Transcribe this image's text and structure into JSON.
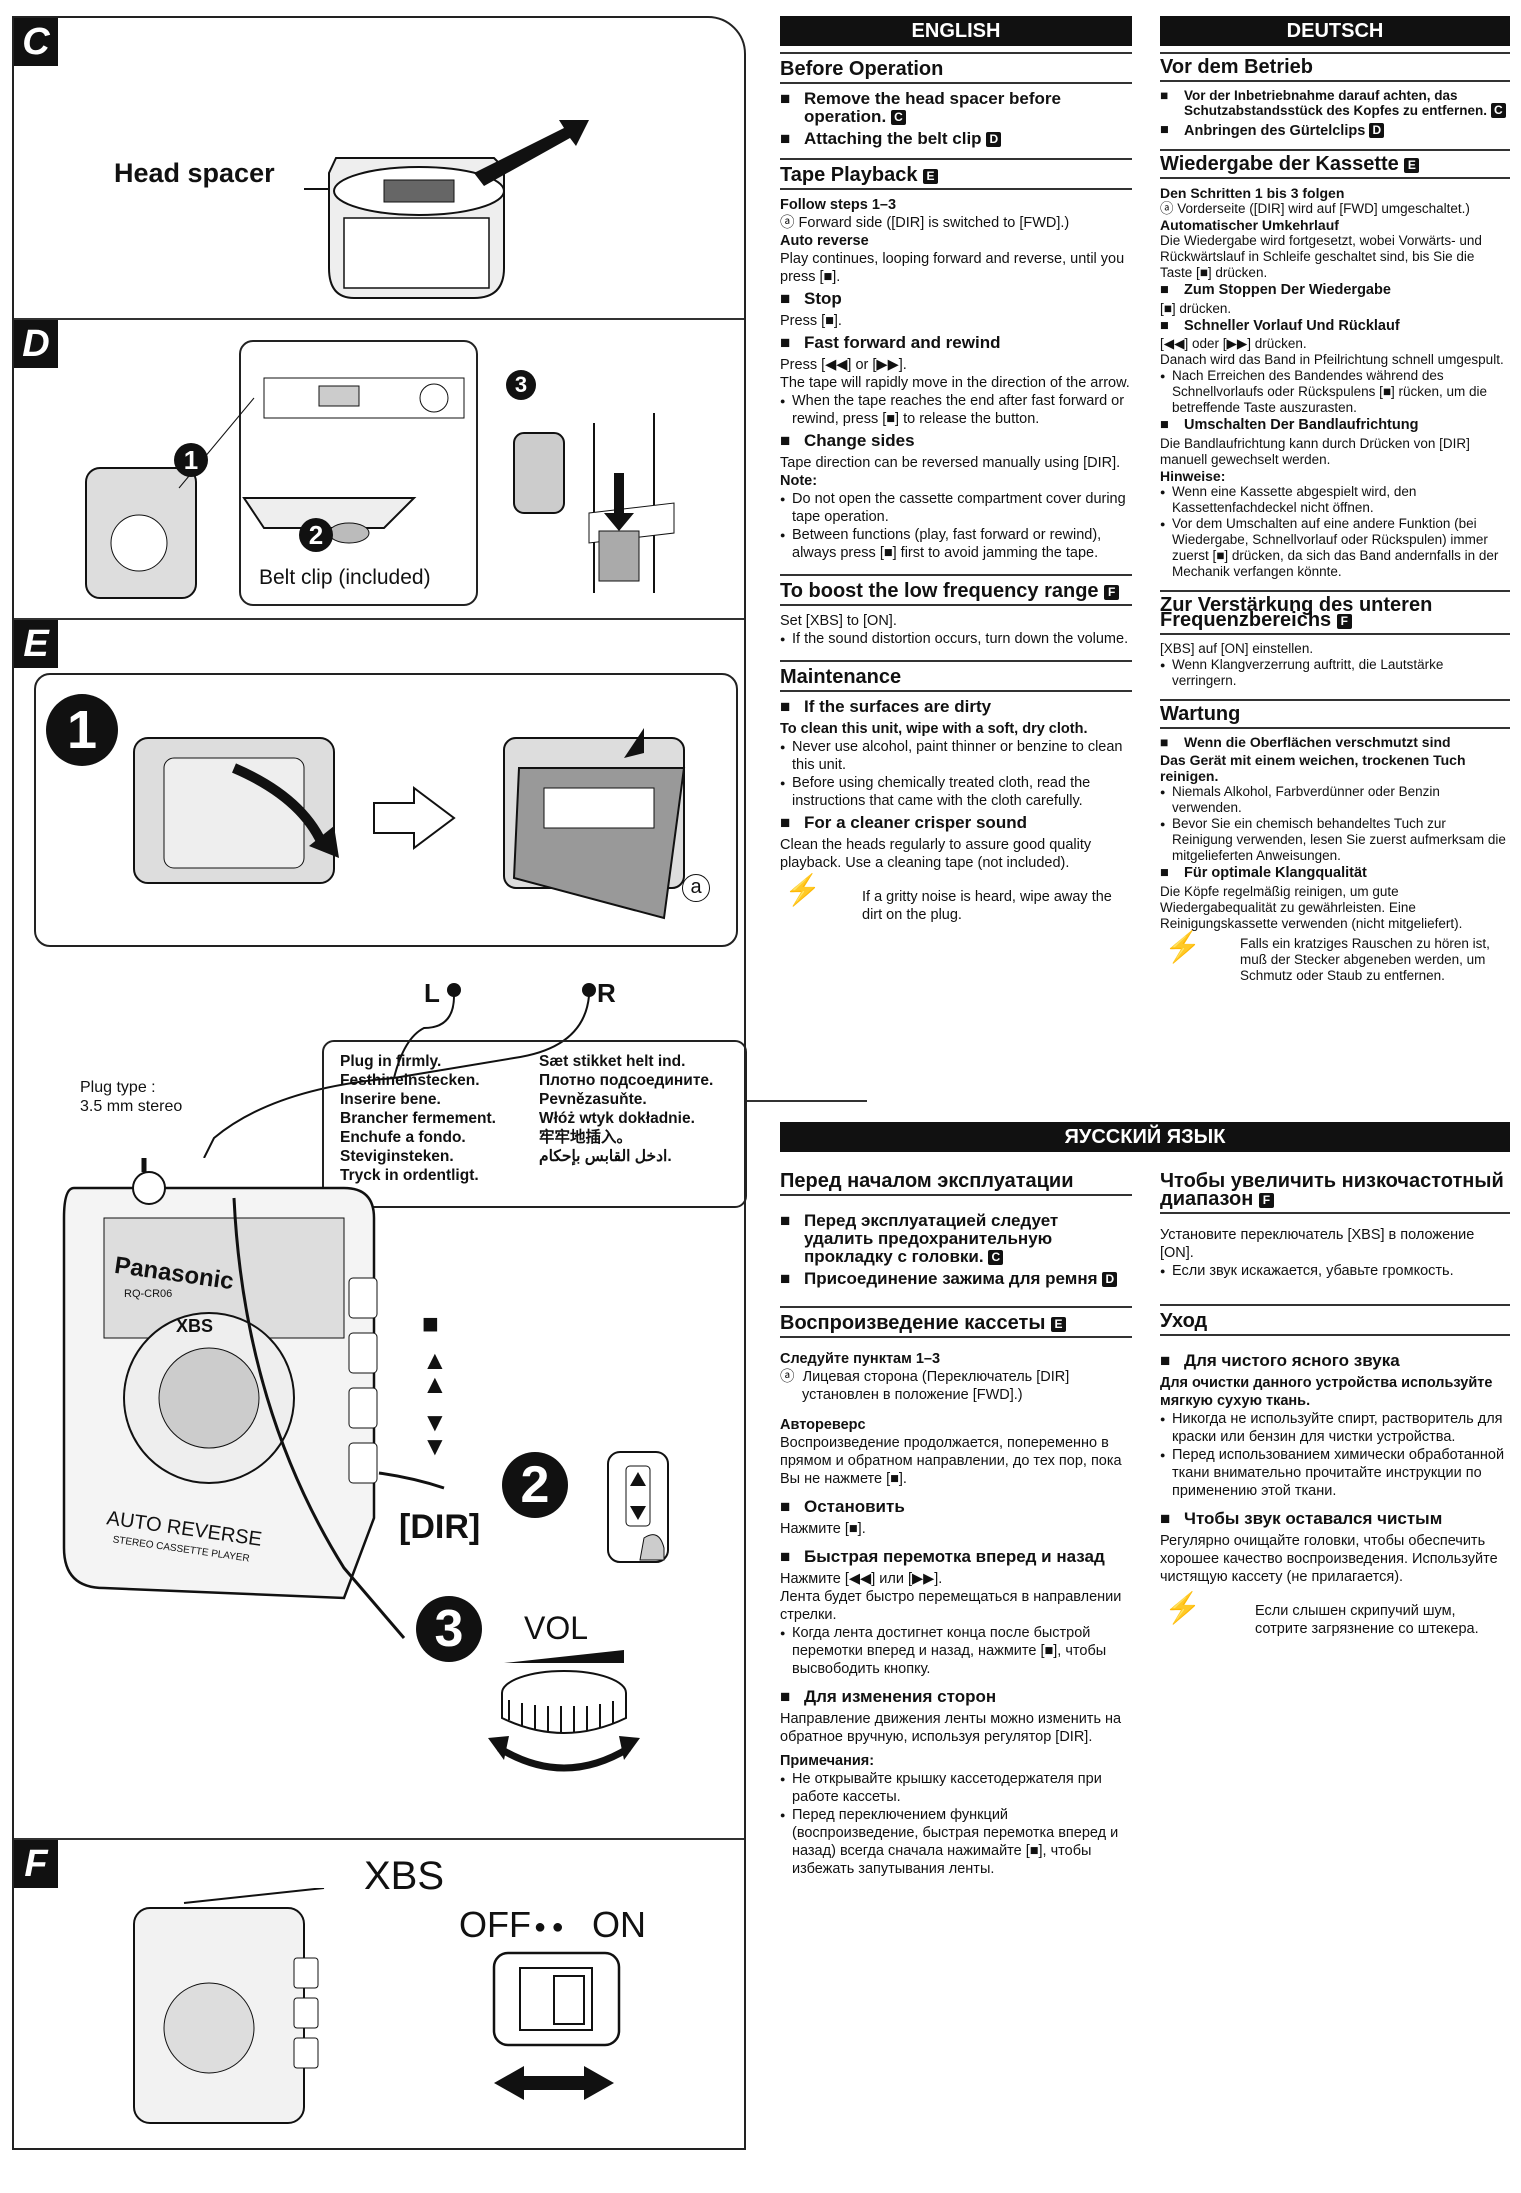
{
  "left": {
    "sections": [
      "C",
      "D",
      "E",
      "F"
    ],
    "c_head_spacer": "Head  spacer",
    "d_belt_clip": "Belt clip (included)",
    "d_steps": [
      "1",
      "2",
      "3"
    ],
    "e_steps": [
      "1",
      "2",
      "3"
    ],
    "e_a": "a",
    "e_L": "L",
    "e_R": "R",
    "e_plug_type": [
      "Plug type :",
      "3.5 mm stereo"
    ],
    "e_plug_left": [
      "Plug in firmly.",
      "Festhineinstecken.",
      "Inserire bene.",
      "Brancher fermement.",
      "Enchufe a fondo.",
      "Steviginsteken.",
      "Tryck in ordentligt."
    ],
    "e_plug_right": [
      "Sæt stikket helt ind.",
      "Плотно подсоедините.",
      "Pevnězasuňte.",
      "Włóż wtyk dokładnie.",
      "牢牢地插入。",
      "ادخل القابس بإحكام."
    ],
    "e_dir": "[DIR]",
    "e_vol": "VOL",
    "e_brand": "Panasonic",
    "e_model": "RQ-CR06",
    "e_xbs": "XBS",
    "e_auto_reverse": "AUTO REVERSE",
    "e_stereo": "STEREO CASSETTE PLAYER",
    "f_xbs": "XBS",
    "f_off": "OFF",
    "f_on": "ON"
  },
  "english": {
    "banner": "ENGLISH",
    "before_op": "Before Operation",
    "b1": "Remove the head spacer before operation.",
    "b1_ref": "C",
    "b2": "Attaching the belt clip",
    "b2_ref": "D",
    "tape_playback": "Tape Playback",
    "tape_ref": "E",
    "follow": "Follow steps 1–3",
    "forward_side": "Forward side ([DIR] is switched to [FWD].)",
    "auto_rev_h": "Auto reverse",
    "auto_rev_t": "Play continues, looping forward and reverse, until you press [■].",
    "stop_h": "Stop",
    "stop_t": "Press [■].",
    "ff_h": "Fast forward and rewind",
    "ff_t1": "Press [◀◀] or [▶▶].",
    "ff_t2": "The tape will rapidly move in the direction of the arrow.",
    "ff_t3": "When the tape reaches the end after fast forward or rewind, press [■] to release the button.",
    "cs_h": "Change sides",
    "cs_t": "Tape direction can be reversed manually using [DIR].",
    "note_h": "Note:",
    "note1": "Do not open the cassette compartment cover during tape operation.",
    "note2": "Between functions (play, fast forward or rewind), always press [■] first to avoid jamming the tape.",
    "boost_h": "To boost the low frequency range",
    "boost_ref": "F",
    "boost_t1": "Set [XBS] to [ON].",
    "boost_t2": "If the sound distortion occurs, turn down the volume.",
    "maint_h": "Maintenance",
    "dirty_h": "If the surfaces are dirty",
    "dirty_t": "To clean this unit, wipe with a soft, dry cloth.",
    "dirty_d1": "Never use alcohol, paint thinner or benzine to clean this unit.",
    "dirty_d2": "Before using chemically treated cloth, read the instructions that came with the cloth carefully.",
    "crisp_h": "For a cleaner crisper sound",
    "crisp_t": "Clean the heads regularly to assure good quality playback. Use a cleaning tape (not included).",
    "gritty": "If a gritty noise is heard, wipe away the dirt on the plug."
  },
  "deutsch": {
    "banner": "DEUTSCH",
    "before_op": "Vor dem Betrieb",
    "b1": "Vor der Inbetriebnahme darauf achten, das Schutzabstandsstück des Kopfes zu entfernen.",
    "b2": "Anbringen des Gürtelclips",
    "playback_h": "Wiedergabe der Kassette",
    "follow": "Den Schritten 1 bis 3 folgen",
    "forward": "Vorderseite ([DIR] wird auf [FWD] umgeschaltet.)",
    "auto_h": "Automatischer Umkehrlauf",
    "auto_t": "Die Wiedergabe wird fortgesetzt, wobei Vorwärts- und Rückwärtslauf in Schleife geschaltet sind, bis Sie die Taste [■] drücken.",
    "stop_h": "Zum Stoppen Der Wiedergabe",
    "stop_t": "[■] drücken.",
    "ff_h": "Schneller Vorlauf Und Rücklauf",
    "ff_t1": "[◀◀] oder [▶▶] drücken.",
    "ff_t2": "Danach wird das Band in Pfeilrichtung schnell umgespult.",
    "ff_t3": "Nach Erreichen des Bandendes während des Schnellvorlaufs oder Rückspulens [■] rücken, um die betreffende Taste auszurasten.",
    "dir_h": "Umschalten Der Bandlaufrichtung",
    "dir_t": "Die Bandlaufrichtung kann durch Drücken von [DIR] manuell gewechselt werden.",
    "hin_h": "Hinweise:",
    "hin1": "Wenn eine Kassette abgespielt wird, den Kassettenfachdeckel nicht öffnen.",
    "hin2": "Vor dem Umschalten auf eine andere Funktion (bei Wiedergabe, Schnellvorlauf oder Rückspulen) immer zuerst [■] drücken, da sich das Band andernfalls in der Mechanik verfangen könnte.",
    "boost_h": "Zur Verstärkung des unteren Frequenzbereichs",
    "boost_t1": "[XBS] auf [ON] einstellen.",
    "boost_t2": "Wenn Klangverzerrung auftritt, die Lautstärke verringern.",
    "wart_h": "Wartung",
    "wart_b": "Wenn die Oberflächen verschmutzt sind",
    "wart_t": "Das Gerät mit einem weichen, trockenen Tuch reinigen.",
    "wart_d1": "Niemals Alkohol, Farbverdünner oder Benzin verwenden.",
    "wart_d2": "Bevor Sie ein chemisch behandeltes Tuch zur Reinigung verwenden, lesen Sie zuerst aufmerksam die mitgelieferten Anweisungen.",
    "klang_h": "Für optimale Klangqualität",
    "klang_t": "Die Köpfe regelmäßig reinigen, um gute Wiedergabequalität zu gewährleisten. Eine Reinigungskassette verwenden (nicht mitgeliefert).",
    "gritty": "Falls ein kratziges Rauschen zu hören ist, muß der Stecker abgeneben werden, um Schmutz oder Staub zu entfernen."
  },
  "russian": {
    "banner": "ЯУССКИЙ ЯЗЫК",
    "before_h": "Перед началом эксплуатации",
    "b1": "Перед эксплуатацией следует удалить предохранительную прокладку с головки.",
    "b2": "Присоединение зажима для ремня",
    "play_h": "Воспроизведение кассеты",
    "follow": "Следуйте пунктам 1–3",
    "forward": "Лицевая сторона (Переключатель [DIR] установлен в положение [FWD].)",
    "auto_h": "Автореверс",
    "auto_t": "Воспроизведение продолжается, попеременно в прямом и обратном направлении, до тех пор, пока Вы не нажмете [■].",
    "stop_h": "Остановить",
    "stop_t": "Нажмите [■].",
    "ff_h": "Быстрая перемотка вперед и назад",
    "ff_t1": "Нажмите [◀◀] или [▶▶].",
    "ff_t2": "Лента будет быстро перемещаться в направлении стрелки.",
    "ff_t3": "Когда лента достигнет конца после быстрой перемотки вперед и назад, нажмите [■], чтобы высвободить кнопку.",
    "sides_h": "Для изменения сторон",
    "sides_t": "Направление движения ленты можно изменить на обратное вручную, используя регулятор [DIR].",
    "notes_h": "Примечания:",
    "note1": "Не открывайте крышку кассетодержателя при работе кассеты.",
    "note2": "Перед переключением функций (воспроизведение, быстрая перемотка вперед и назад) всегда сначала нажимайте [■], чтобы избежать запутывания ленты.",
    "boost_h": "Чтобы увеличить низкочастотный диапазон",
    "boost_t1": "Установите переключатель [XBS] в положение [ON].",
    "boost_t2": "Если звук искажается, убавьте громкость.",
    "care_h": "Уход",
    "clean_h": "Для чистого ясного звука",
    "clean_t": "Для очистки данного устройства используйте мягкую сухую ткань.",
    "clean_d1": "Никогда не используйте спирт, растворитель для краски или бензин для чистки устройства.",
    "clean_d2": "Перед использованием химически обработанной ткани внимательно прочитайте инструкции по применению этой ткани.",
    "pure_h": "Чтобы звук оставался чистым",
    "pure_t": "Регулярно очищайте головки, чтобы обеспечить хорошее качество воспроизведения. Используйте чистящую кассету (не прилагается).",
    "gritty": "Если слышен скрипучий шум, сотрите загрязнение со штекера."
  }
}
